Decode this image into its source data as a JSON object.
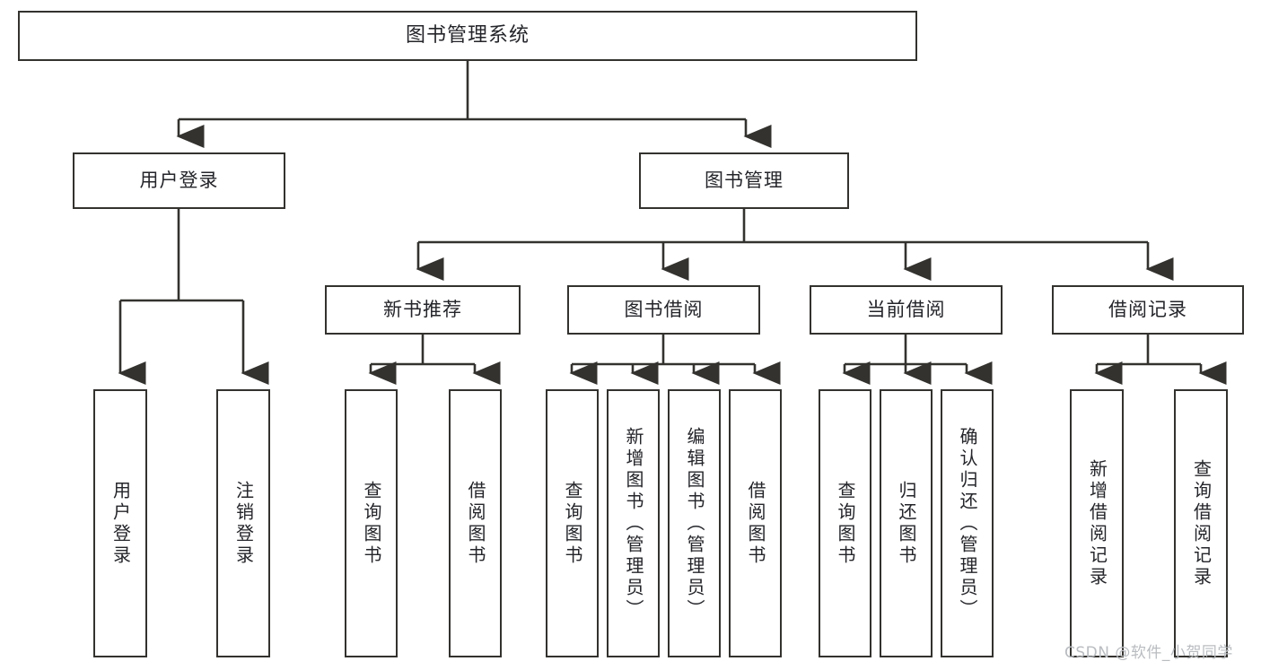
{
  "diagram": {
    "title": "图书管理系统",
    "type": "hierarchy-tree",
    "watermark": "CSDN @软件_小贺同学",
    "colors": {
      "stroke": "#33322f",
      "text": "#24252a",
      "background": "#ffffff",
      "watermark": "#b9bcc0"
    },
    "root": {
      "id": "root",
      "label": "图书管理系统"
    },
    "level2": [
      {
        "id": "user-login",
        "label": "用户登录"
      },
      {
        "id": "book-management",
        "label": "图书管理"
      }
    ],
    "level3": [
      {
        "id": "new-book-recommend",
        "label": "新书推荐"
      },
      {
        "id": "book-borrow",
        "label": "图书借阅"
      },
      {
        "id": "current-borrow",
        "label": "当前借阅"
      },
      {
        "id": "borrow-record",
        "label": "借阅记录"
      }
    ],
    "leaves": {
      "user_login": [
        {
          "id": "leaf-user-login",
          "label": "用户登录"
        },
        {
          "id": "leaf-logout",
          "label": "注销登录"
        }
      ],
      "new_book_recommend": [
        {
          "id": "leaf-query-book-1",
          "label": "查询图书"
        },
        {
          "id": "leaf-borrow-book-1",
          "label": "借阅图书"
        }
      ],
      "book_borrow": [
        {
          "id": "leaf-query-book-2",
          "label": "查询图书"
        },
        {
          "id": "leaf-add-book",
          "label": "新增图书（管理员）"
        },
        {
          "id": "leaf-edit-book",
          "label": "编辑图书（管理员）"
        },
        {
          "id": "leaf-borrow-book-2",
          "label": "借阅图书"
        }
      ],
      "current_borrow": [
        {
          "id": "leaf-query-book-3",
          "label": "查询图书"
        },
        {
          "id": "leaf-return-book",
          "label": "归还图书"
        },
        {
          "id": "leaf-confirm-return",
          "label": "确认归还（管理员）"
        }
      ],
      "borrow_record": [
        {
          "id": "leaf-add-record",
          "label": "新增借阅记录"
        },
        {
          "id": "leaf-query-record",
          "label": "查询借阅记录"
        }
      ]
    }
  }
}
